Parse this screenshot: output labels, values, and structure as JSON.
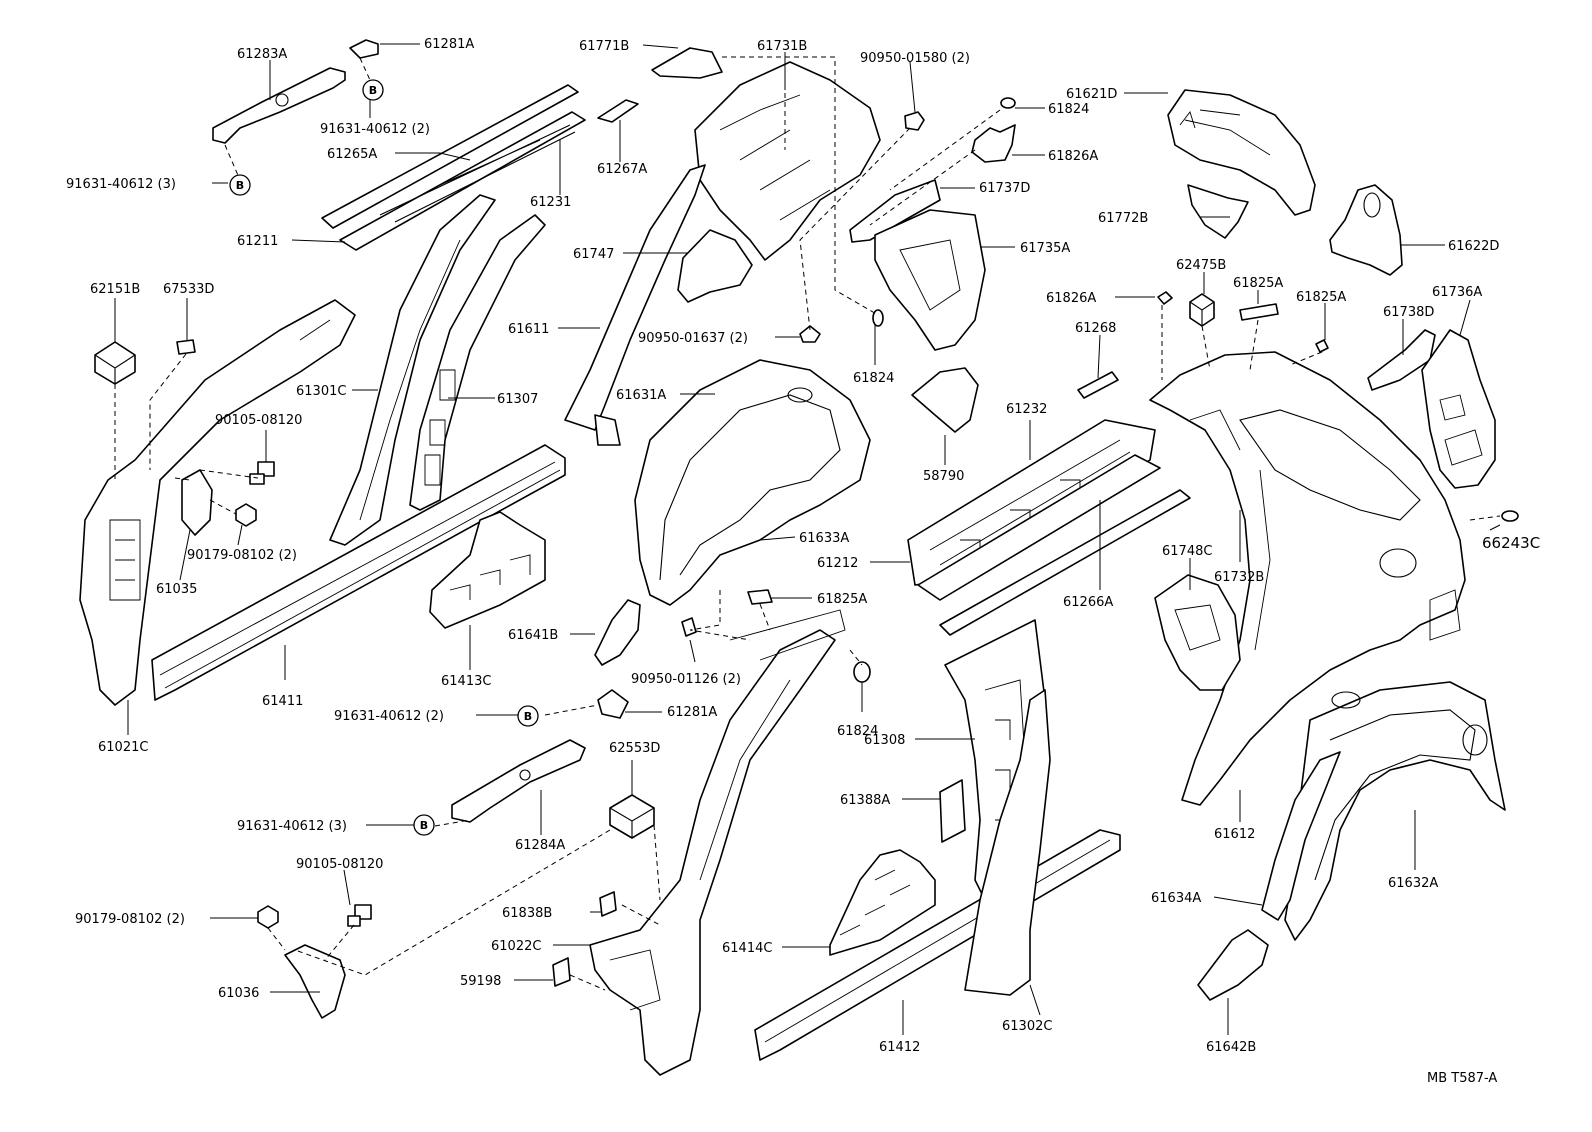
{
  "labels": {
    "p61283A": "61283A",
    "p61281A_top": "61281A",
    "p91631_40612_2_top": "91631-40612 (2)",
    "p61265A": "61265A",
    "p91631_40612_3_top": "91631-40612 (3)",
    "p61231": "61231",
    "p61211": "61211",
    "p62151B": "62151B",
    "p67533D": "67533D",
    "p61301C": "61301C",
    "p61307": "61307",
    "p90105_08120_a": "90105-08120",
    "p90179_08102_a": "90179-08102 (2)",
    "p61035": "61035",
    "p61411": "61411",
    "p61413C": "61413C",
    "p61021C": "61021C",
    "p91631_40612_2_mid": "91631-40612 (2)",
    "p61281A_mid": "61281A",
    "p61284A": "61284A",
    "p91631_40612_3_low": "91631-40612 (3)",
    "p62553D": "62553D",
    "p90105_08120_b": "90105-08120",
    "p90179_08102_b": "90179-08102 (2)",
    "p61036": "61036",
    "p61771B": "61771B",
    "p61731B": "61731B",
    "p90950_01580": "90950-01580 (2)",
    "p61824_a": "61824",
    "p61826A_a": "61826A",
    "p61267A": "61267A",
    "p61737D": "61737D",
    "p61735A": "61735A",
    "p61747": "61747",
    "p61611": "61611",
    "p90950_01637": "90950-01637 (2)",
    "p61824_b": "61824",
    "p61631A": "61631A",
    "p58790": "58790",
    "p61232": "61232",
    "p61633A": "61633A",
    "p61212": "61212",
    "p61266A": "61266A",
    "p61825A_mid": "61825A",
    "p61641B": "61641B",
    "p90950_01126": "90950-01126 (2)",
    "p61824_c": "61824",
    "p61308": "61308",
    "p61388A": "61388A",
    "p61838B": "61838B",
    "p61022C": "61022C",
    "p59198": "59198",
    "p61414C": "61414C",
    "p61412": "61412",
    "p61302C": "61302C",
    "p61621D": "61621D",
    "p61772B": "61772B",
    "p61622D": "61622D",
    "p62475B": "62475B",
    "p61826A_b": "61826A",
    "p61825A_r1": "61825A",
    "p61825A_r2": "61825A",
    "p61736A": "61736A",
    "p61738D": "61738D",
    "p61268": "61268",
    "p66243C": "66243C",
    "p61748C": "61748C",
    "p61732B": "61732B",
    "p61612": "61612",
    "p61634A": "61634A",
    "p61632A": "61632A",
    "p61642B": "61642B",
    "ref": "MB  T587-A"
  },
  "callout_letter": "B"
}
